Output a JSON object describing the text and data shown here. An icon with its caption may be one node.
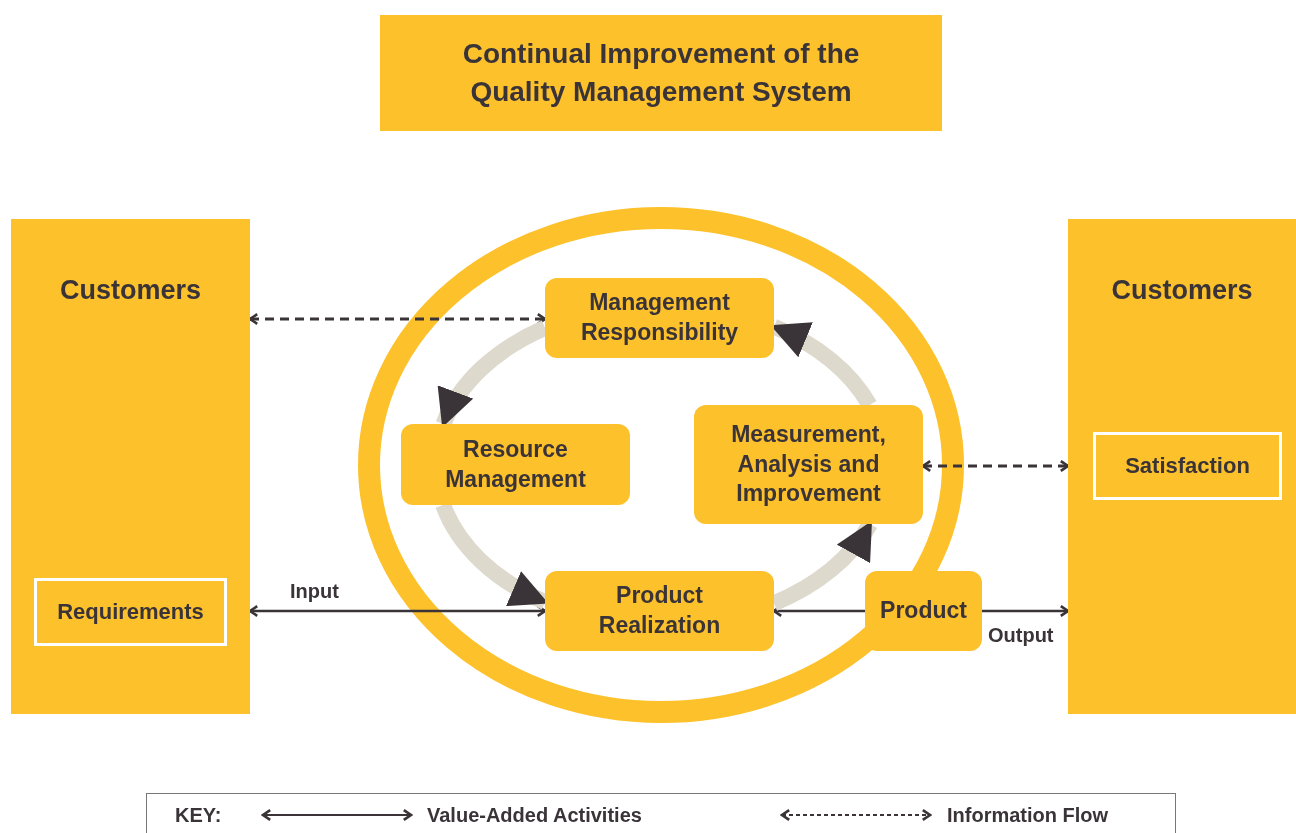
{
  "diagram": {
    "title": "Continual Improvement of the Quality Management System",
    "nodes": [
      {
        "text": [
          "Customers"
        ]
      },
      {
        "text": [
          "Requirements"
        ],
        "in": 0
      },
      {
        "text": [
          "Customers"
        ]
      },
      {
        "text": [
          "Satisfaction"
        ],
        "in": 2
      },
      {
        "text": [
          "Management Responsibility"
        ]
      },
      {
        "text": [
          "Resource Management"
        ]
      },
      {
        "text": [
          "Product Realization"
        ]
      },
      {
        "text": [
          "Measurement, Analysis and Improvement"
        ]
      },
      {
        "text": [
          "Product"
        ]
      }
    ],
    "edges": [
      {
        "from": 0,
        "to": 4,
        "arrow": "both",
        "style": "dashed"
      },
      {
        "from": 0,
        "to": 6,
        "arrow": "both",
        "label": "Input"
      },
      {
        "from": 8,
        "to": 6,
        "arrow": "to"
      },
      {
        "from": 8,
        "to": 2,
        "arrow": "to",
        "label": "Output"
      },
      {
        "from": 7,
        "to": 2,
        "arrow": "both",
        "style": "dashed"
      },
      {
        "from": 4,
        "to": 5,
        "arrow": "to",
        "style": "thick",
        "color": "#ddd9cc"
      },
      {
        "from": 5,
        "to": 6,
        "arrow": "to",
        "style": "thick",
        "color": "#ddd9cc"
      },
      {
        "from": 6,
        "to": 7,
        "arrow": "to",
        "style": "thick",
        "color": "#ddd9cc"
      },
      {
        "from": 7,
        "to": 4,
        "arrow": "to",
        "style": "thick",
        "color": "#ddd9cc"
      }
    ],
    "labels": [
      "KEY:"
    ],
    "legend": [
      {
        "text": "Value-Added Activities"
      },
      {
        "text": "Information Flow"
      }
    ]
  }
}
